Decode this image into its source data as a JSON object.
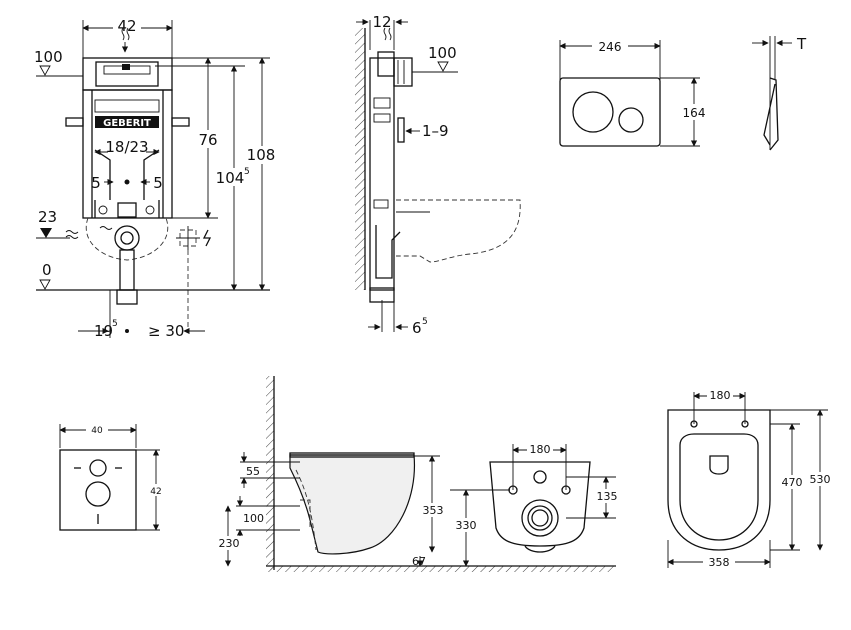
{
  "frame": {
    "w": "42",
    "h76": "76",
    "h104": "104",
    "h104sup": "5",
    "h108": "108",
    "lvl100": "100",
    "lvl23": "23",
    "lvl0": "0",
    "mid": "18/23",
    "left5": "5",
    "right5": "5",
    "bottom19": "19",
    "bottom19sup": "5",
    "bottom30": "≥ 30",
    "brand": "GEBERIT"
  },
  "side": {
    "w12": "12",
    "lvl100": "100",
    "range": "1–9",
    "d6": "6",
    "d6sup": "5"
  },
  "plate": {
    "w": "246",
    "h": "164"
  },
  "plate_side": {
    "t": "T"
  },
  "gasket": {
    "w": "40",
    "h": "42"
  },
  "bowl_side": {
    "d55": "55",
    "d100": "100",
    "d230": "230",
    "h353": "353",
    "d67": "67"
  },
  "bowl_back": {
    "w180": "180",
    "h135": "135",
    "h330": "330"
  },
  "bowl_top": {
    "w180": "180",
    "h470": "470",
    "h530": "530",
    "w358": "358"
  }
}
